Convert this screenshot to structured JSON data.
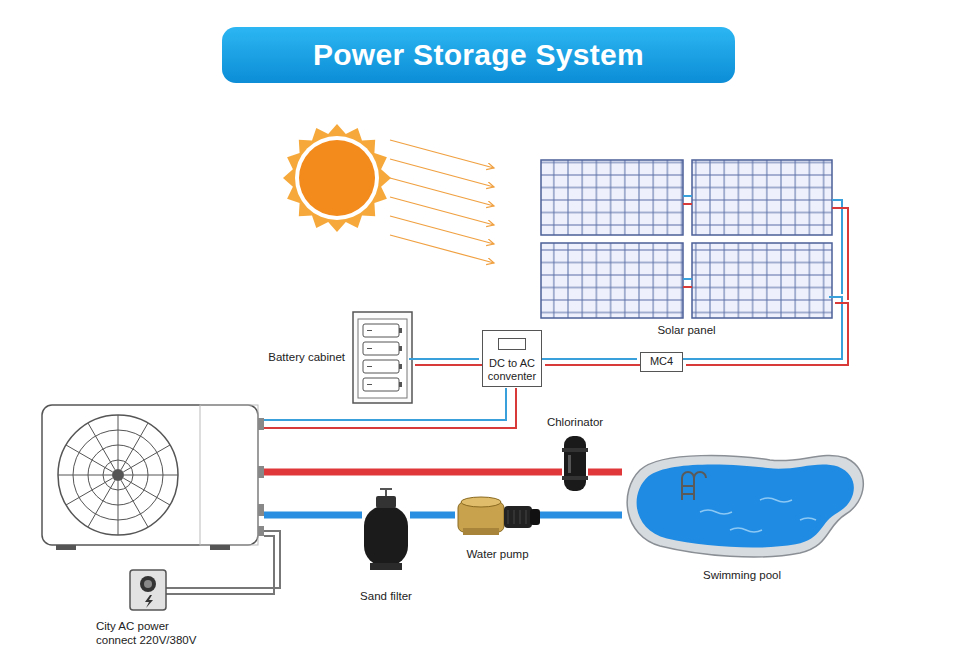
{
  "diagram": {
    "title": "Power Storage System",
    "nodes": [
      {
        "text": [
          "Solar panel"
        ]
      },
      {
        "text": [
          "MC4"
        ]
      },
      {
        "text": [
          "DC to AC conventer"
        ]
      },
      {
        "text": [
          "Battery cabinet"
        ]
      },
      {
        "text": [
          "Chlorinator"
        ]
      },
      {
        "text": [
          "Water pump"
        ]
      },
      {
        "text": [
          "Sand filter"
        ]
      },
      {
        "text": [
          "Swimming pool"
        ]
      },
      {
        "text": [
          "City AC power connect 220V/380V"
        ]
      }
    ],
    "edges": [
      {
        "from": 0,
        "to": 1,
        "arrow": "none"
      },
      {
        "from": 1,
        "to": 2,
        "arrow": "none"
      },
      {
        "from": 2,
        "to": 3,
        "arrow": "none"
      },
      {
        "from": 4,
        "to": 7,
        "arrow": "none"
      },
      {
        "from": 5,
        "to": 7,
        "arrow": "none"
      },
      {
        "from": 6,
        "to": 5,
        "arrow": "none"
      }
    ]
  }
}
